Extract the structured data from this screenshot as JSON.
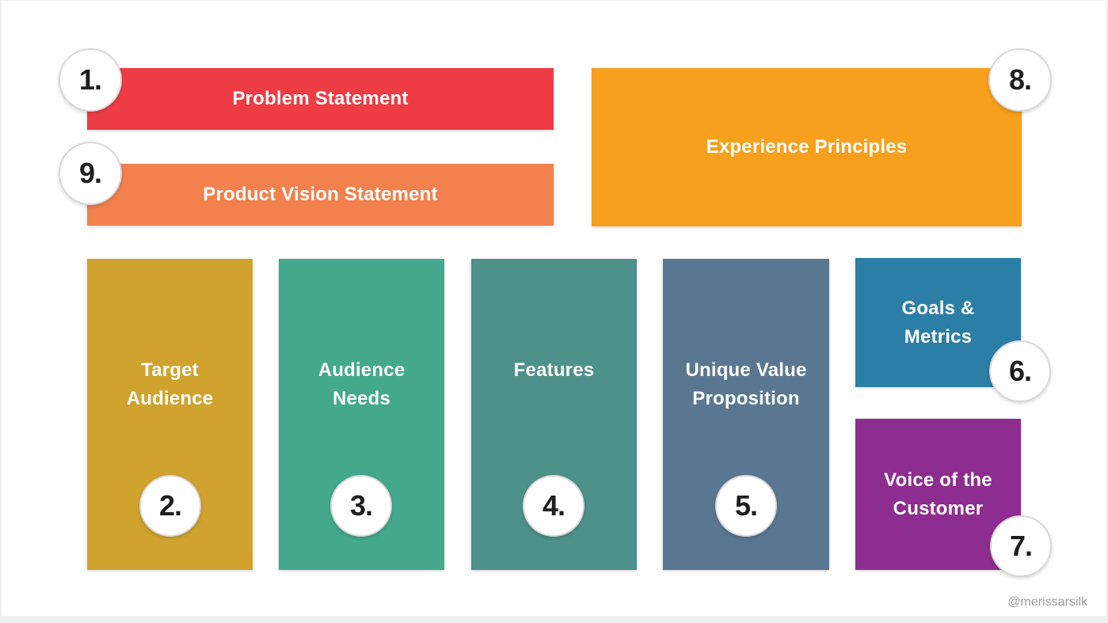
{
  "page": {
    "watermark": "@merissarsilk",
    "background": "#FFFFFF",
    "edge_color": "#EFF0F0"
  },
  "style": {
    "label_text_color": "#FFFFFF",
    "badge_fill": "#FFFFFF",
    "badge_border": "#D8D8D8",
    "badge_number_color": "#1E1E1E",
    "watermark_color": "#9E9E9E"
  },
  "blocks": [
    {
      "key": "problem-statement",
      "number": "1.",
      "label": "Problem Statement",
      "lines": [
        "Problem Statement"
      ],
      "color": "#EE3C44"
    },
    {
      "key": "product-vision-statement",
      "number": "9.",
      "label": "Product Vision Statement",
      "lines": [
        "Product Vision Statement"
      ],
      "color": "#F2814E"
    },
    {
      "key": "experience-principles",
      "number": "8.",
      "label": "Experience Principles",
      "lines": [
        "Experience Principles"
      ],
      "color": "#F6A01E"
    },
    {
      "key": "target-audience",
      "number": "2.",
      "label": "Target Audience",
      "lines": [
        "Target",
        "Audience"
      ],
      "color": "#CFA32E"
    },
    {
      "key": "audience-needs",
      "number": "3.",
      "label": "Audience Needs",
      "lines": [
        "Audience",
        "Needs"
      ],
      "color": "#44A88D"
    },
    {
      "key": "features",
      "number": "4.",
      "label": "Features",
      "lines": [
        "Features"
      ],
      "color": "#4D918A"
    },
    {
      "key": "unique-value-proposition",
      "number": "5.",
      "label": "Unique Value Proposition",
      "lines": [
        "Unique Value",
        "Proposition"
      ],
      "color": "#5A7792"
    },
    {
      "key": "goals-metrics",
      "number": "6.",
      "label": "Goals & Metrics",
      "lines": [
        "Goals &",
        "Metrics"
      ],
      "color": "#2B7EA6"
    },
    {
      "key": "voice-of-the-customer",
      "number": "7.",
      "label": "Voice of the Customer",
      "lines": [
        "Voice of the",
        "Customer"
      ],
      "color": "#8E2D90"
    }
  ]
}
